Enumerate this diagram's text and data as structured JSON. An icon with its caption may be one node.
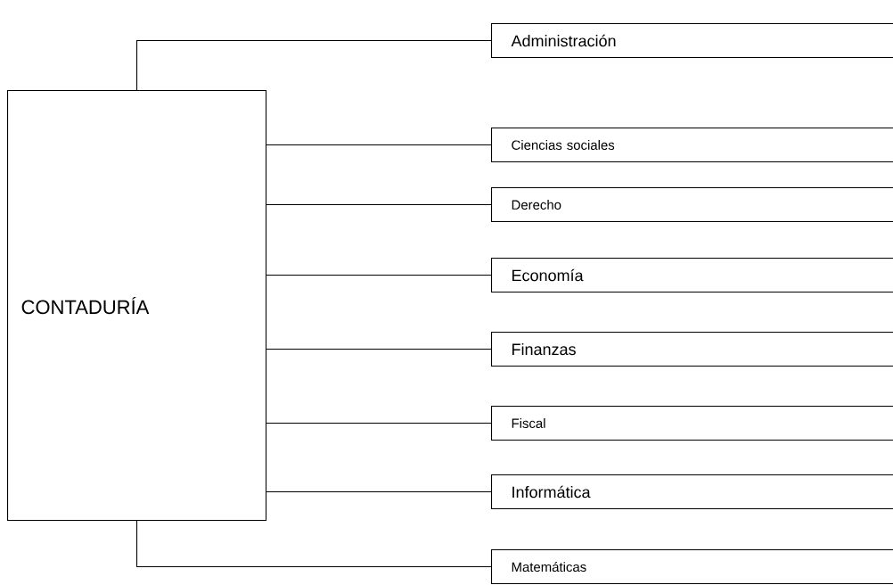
{
  "diagram": {
    "nodes": [
      {
        "text": [
          "CONTADURÍA"
        ]
      },
      {
        "text": [
          "Administración"
        ]
      },
      {
        "text": [
          "Ciencias sociales"
        ]
      },
      {
        "text": [
          "Derecho"
        ]
      },
      {
        "text": [
          "Economía"
        ]
      },
      {
        "text": [
          "Finanzas"
        ]
      },
      {
        "text": [
          "Fiscal"
        ]
      },
      {
        "text": [
          "Informática"
        ]
      },
      {
        "text": [
          "Matemáticas"
        ]
      }
    ],
    "edges": [
      {
        "from": 0,
        "to": 1,
        "arrow": "none"
      },
      {
        "from": 0,
        "to": 2,
        "arrow": "none"
      },
      {
        "from": 0,
        "to": 3,
        "arrow": "none"
      },
      {
        "from": 0,
        "to": 4,
        "arrow": "none"
      },
      {
        "from": 0,
        "to": 5,
        "arrow": "none"
      },
      {
        "from": 0,
        "to": 6,
        "arrow": "none"
      },
      {
        "from": 0,
        "to": 7,
        "arrow": "none"
      },
      {
        "from": 0,
        "to": 8,
        "arrow": "none"
      }
    ]
  }
}
